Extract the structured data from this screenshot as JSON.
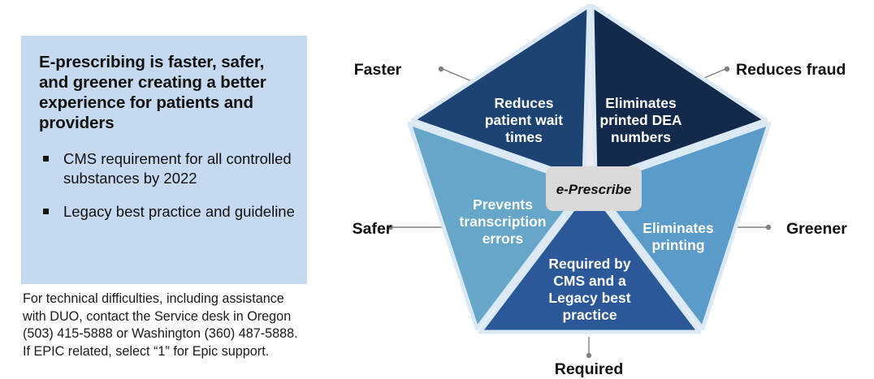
{
  "slide": {
    "title_panel": {
      "heading": "E-prescribing is faster, safer, and greener creating a better experience for patients and providers",
      "bullets": [
        "CMS requirement for all controlled substances by 2022",
        "Legacy best practice and guideline"
      ],
      "background_color": "#c5d9f1"
    },
    "footer_note": "For technical difficulties, including assistance with DUO, contact the Service desk in Oregon (503) 415-5888 or Washington (360) 487-5888.  If EPIC related, select “1” for Epic support."
  },
  "diagram": {
    "type": "pentagon-radial",
    "center_label": "e-Prescribe",
    "center_fill": "#d9d9d9",
    "segments": [
      {
        "id": "top-left",
        "text_lines": [
          "Reduces",
          "patient wait",
          "times"
        ],
        "fill": "#1d4373",
        "outer_label": "Faster",
        "label_position": "left-upper"
      },
      {
        "id": "top-right",
        "text_lines": [
          "Eliminates",
          "printed DEA",
          "numbers"
        ],
        "fill": "#132a4d",
        "outer_label": "Reduces fraud",
        "label_position": "right-upper"
      },
      {
        "id": "right",
        "text_lines": [
          "Eliminates",
          "printing"
        ],
        "fill": "#5b9bc9",
        "outer_label": "Greener",
        "label_position": "right-middle"
      },
      {
        "id": "bottom",
        "text_lines": [
          "Required by",
          "CMS and a",
          "Legacy best",
          "practice"
        ],
        "fill": "#2a5899",
        "outer_label": "Required",
        "label_position": "bottom"
      },
      {
        "id": "left",
        "text_lines": [
          "Prevents",
          "transcription",
          "errors"
        ],
        "fill": "#66a6c9",
        "outer_label": "Safer",
        "label_position": "left-middle"
      }
    ],
    "segment_border_color": "#dbe9f5"
  }
}
